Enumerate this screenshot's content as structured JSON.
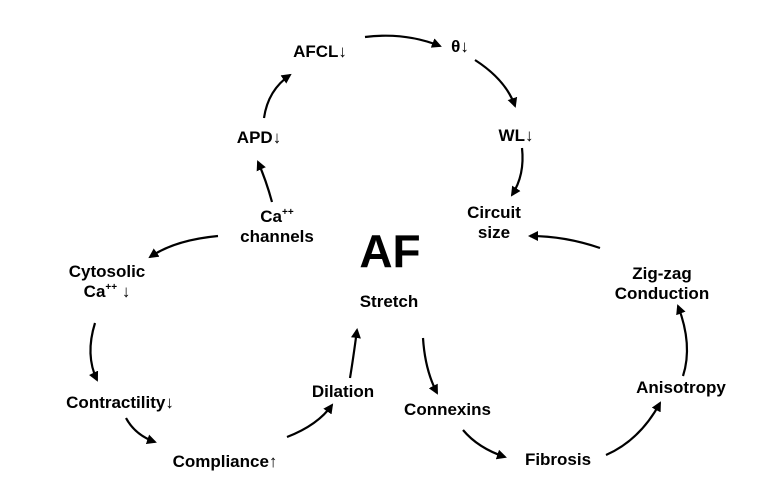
{
  "center": {
    "title": "AF",
    "subtitle": "Stretch"
  },
  "nodes": {
    "afcl": "AFCL↓",
    "theta": "θ↓",
    "apd": "APD↓",
    "wl": "WL↓",
    "ca_channels": {
      "line1_base": "Ca",
      "line1_sup": "++",
      "line2": "channels"
    },
    "circuit_size": {
      "line1": "Circuit",
      "line2": "size"
    },
    "cytosolic": {
      "line1": "Cytosolic",
      "line2_base": "Ca",
      "line2_sup": "++",
      "line2_tail": " ↓"
    },
    "zigzag": {
      "line1": "Zig-zag",
      "line2": "Conduction"
    },
    "contractility": "Contractility↓",
    "dilation": "Dilation",
    "anisotropy": "Anisotropy",
    "connexins": "Connexins",
    "compliance": "Compliance↑",
    "fibrosis": "Fibrosis"
  },
  "colors": {
    "text": "#000000",
    "arrow": "#000000",
    "background": "#ffffff"
  }
}
